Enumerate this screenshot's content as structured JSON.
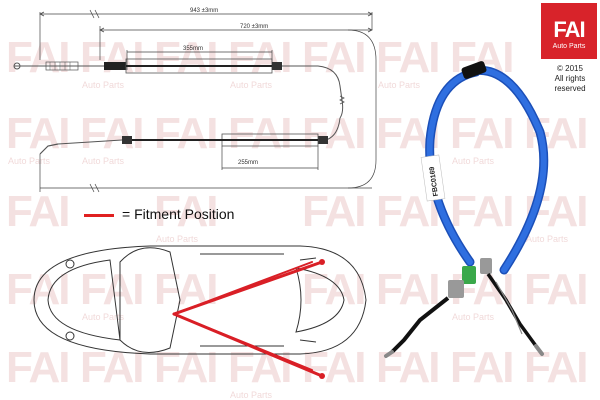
{
  "brand": {
    "name": "FAI",
    "sub": "Auto Parts",
    "copyright_year": "© 2015",
    "rights": "All rights reserved"
  },
  "watermark": {
    "text": "FAI",
    "sub": "Auto Parts"
  },
  "dimensions": {
    "overall": "943 ±3mm",
    "inner": "720 ±3mm",
    "sleeve_top": "355mm",
    "sleeve_bottom": "255mm"
  },
  "part_number": "FBC0169",
  "legend": {
    "label": "= Fitment Position"
  },
  "colors": {
    "cable_blue": "#2f6fe0",
    "fitment_red": "#d91f26",
    "brand_red": "#d8232a"
  }
}
